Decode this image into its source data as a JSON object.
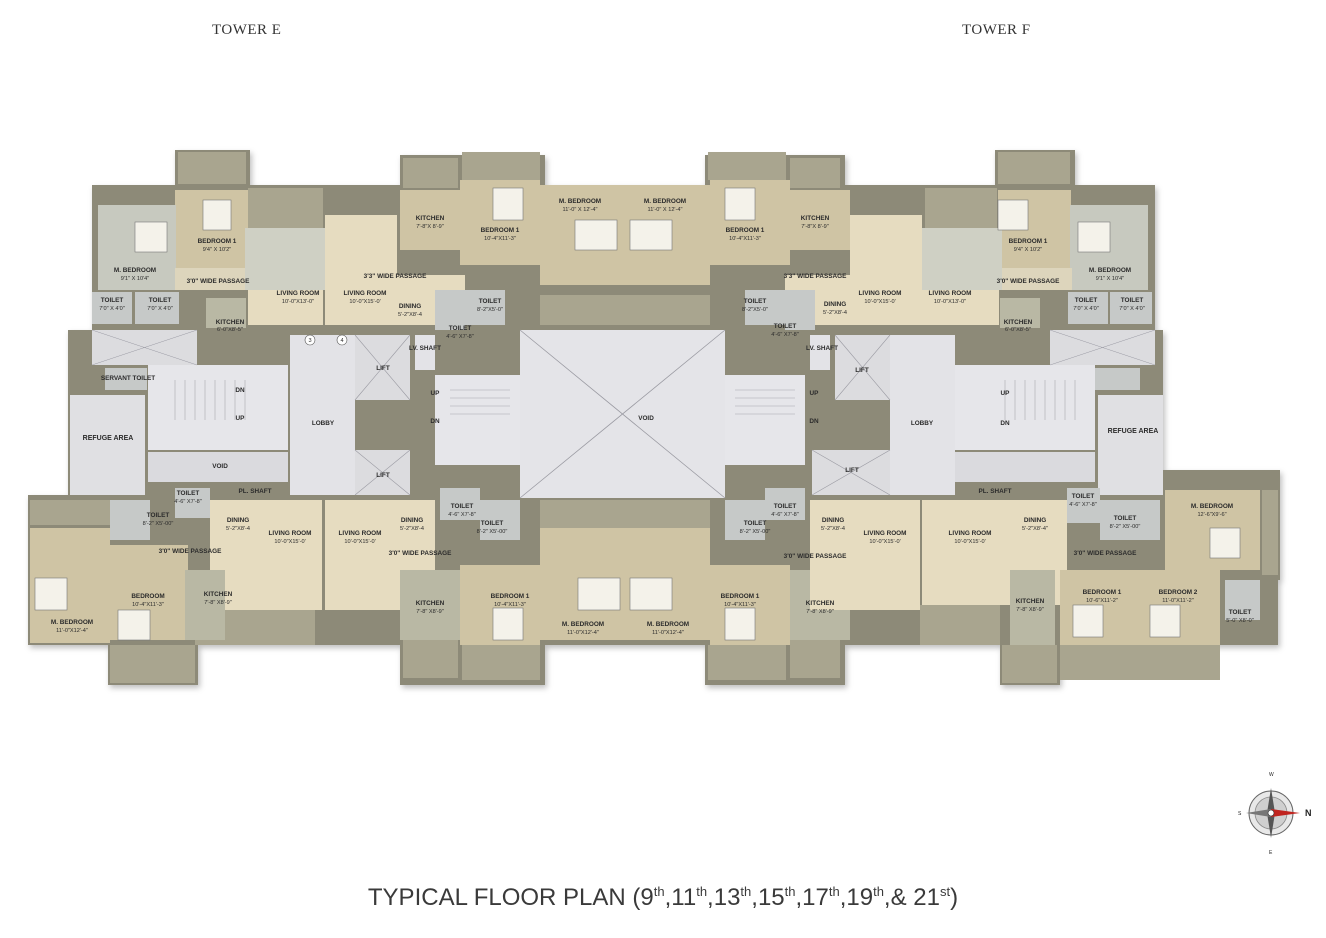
{
  "towers": {
    "left": "TOWER E",
    "right": "TOWER F"
  },
  "caption": {
    "prefix": "TYPICAL FLOOR PLAN (",
    "floors": [
      {
        "num": "9",
        "suf": "th"
      },
      {
        "num": "11",
        "suf": "th"
      },
      {
        "num": "13",
        "suf": "th"
      },
      {
        "num": "15",
        "suf": "th"
      },
      {
        "num": "17",
        "suf": "th"
      },
      {
        "num": "19",
        "suf": "th"
      },
      {
        "num": "21",
        "suf": "st"
      }
    ],
    "and": "& ",
    "suffix": ")"
  },
  "compass": {
    "n": "N",
    "s": "S",
    "e": "E",
    "w": "W"
  },
  "colors": {
    "wall": "#8d8a78",
    "balcony": "#a9a58f",
    "living": "#e6dcc0",
    "bedroom": "#cfc4a4",
    "core": "#d8d8dc",
    "void": "#e4e4e8",
    "toilet": "#c6c9c8",
    "kitchen": "#b9b8a4"
  },
  "rooms": [
    {
      "id": "e-t1-bed1",
      "label": "BEDROOM 1",
      "dim": "9'4\" X 10'2\""
    },
    {
      "id": "e-t1-mbed",
      "label": "M. BEDROOM",
      "dim": "9'1\" X 10'4\""
    },
    {
      "id": "e-t1-pass",
      "label": "3'0\" WIDE PASSAGE",
      "dim": ""
    },
    {
      "id": "e-t1-liv",
      "label": "LIVING ROOM",
      "dim": "10'-0\"X13'-0\""
    },
    {
      "id": "e-t1-toi1",
      "label": "TOILET",
      "dim": "7'0\" X 4'0\""
    },
    {
      "id": "e-t1-toi2",
      "label": "TOILET",
      "dim": "7'0\" X 4'0\""
    },
    {
      "id": "e-t1-kit",
      "label": "KITCHEN",
      "dim": "6'-0\"X8'-5\""
    },
    {
      "id": "e-t2-kit",
      "label": "KITCHEN",
      "dim": "7'-8\"X 8'-9\""
    },
    {
      "id": "e-t2-pass",
      "label": "3'3\" WIDE PASSAGE",
      "dim": ""
    },
    {
      "id": "e-t2-liv",
      "label": "LIVING ROOM",
      "dim": "10'-0\"X15'-0'"
    },
    {
      "id": "e-t2-din",
      "label": "DINING",
      "dim": "5'-2\"X8'-4"
    },
    {
      "id": "e-t2-bed1",
      "label": "BEDROOM 1",
      "dim": "10'-4\"X11'-3\""
    },
    {
      "id": "e-t2-toi",
      "label": "TOILET",
      "dim": "8'-2\"X5'-0\""
    },
    {
      "id": "e-t2-toi2",
      "label": "TOILET",
      "dim": "4'-6\" X7'-8\""
    },
    {
      "id": "e-t2-mbed",
      "label": "M. BEDROOM",
      "dim": "11'-0\" X 12'-4\""
    },
    {
      "id": "f-t2-mbed",
      "label": "M. BEDROOM",
      "dim": "11'-0\" X 12'-4\""
    },
    {
      "id": "f-t2-bed1",
      "label": "BEDROOM 1",
      "dim": "10'-4\"X11'-3\""
    },
    {
      "id": "f-t2-kit",
      "label": "KITCHEN",
      "dim": "7'-8\"X 8'-9\""
    },
    {
      "id": "f-t2-pass",
      "label": "3'3\" WIDE PASSAGE",
      "dim": ""
    },
    {
      "id": "f-t2-toi",
      "label": "TOILET",
      "dim": "8'-2\"X5'-0\""
    },
    {
      "id": "f-t2-toi2",
      "label": "TOILET",
      "dim": "4'-6\" X7'-8\""
    },
    {
      "id": "f-t2-din",
      "label": "DINING",
      "dim": "5'-2\"X8'-4"
    },
    {
      "id": "f-t2-liv",
      "label": "LIVING ROOM",
      "dim": "10'-0\"X15'-0'"
    },
    {
      "id": "f-t1-bed1",
      "label": "BEDROOM 1",
      "dim": "9'4\" X 10'2\""
    },
    {
      "id": "f-t1-mbed",
      "label": "M. BEDROOM",
      "dim": "9'1\" X 10'4\""
    },
    {
      "id": "f-t1-pass",
      "label": "3'0\" WIDE PASSAGE",
      "dim": ""
    },
    {
      "id": "f-t1-liv",
      "label": "LIVING ROOM",
      "dim": "10'-0\"X13'-0\""
    },
    {
      "id": "f-t1-toi1",
      "label": "TOILET",
      "dim": "7'0\" X 4'0\""
    },
    {
      "id": "f-t1-toi2",
      "label": "TOILET",
      "dim": "7'0\" X 4'0\""
    },
    {
      "id": "f-t1-kit",
      "label": "KITCHEN",
      "dim": "6'-0\"X8'-5\""
    },
    {
      "id": "core-servant",
      "label": "SERVANT TOILET",
      "dim": ""
    },
    {
      "id": "core-refuge-e",
      "label": "REFUGE AREA",
      "dim": ""
    },
    {
      "id": "core-refuge-f",
      "label": "REFUGE AREA",
      "dim": ""
    },
    {
      "id": "core-void-e",
      "label": "VOID",
      "dim": ""
    },
    {
      "id": "core-void",
      "label": "VOID",
      "dim": ""
    },
    {
      "id": "core-lobby-e",
      "label": "LOBBY",
      "dim": ""
    },
    {
      "id": "core-lobby-f",
      "label": "LOBBY",
      "dim": ""
    },
    {
      "id": "core-lift1",
      "label": "LIFT",
      "dim": ""
    },
    {
      "id": "core-lift2",
      "label": "LIFT",
      "dim": ""
    },
    {
      "id": "core-lift3",
      "label": "LIFT",
      "dim": ""
    },
    {
      "id": "core-lift4",
      "label": "LIFT",
      "dim": ""
    },
    {
      "id": "core-lvshaft-e",
      "label": "LV. SHAFT",
      "dim": ""
    },
    {
      "id": "core-lvshaft-f",
      "label": "LV. SHAFT",
      "dim": ""
    },
    {
      "id": "core-plshaft-e",
      "label": "PL. SHAFT",
      "dim": ""
    },
    {
      "id": "core-plshaft-f",
      "label": "PL. SHAFT",
      "dim": ""
    },
    {
      "id": "e-b1-toi",
      "label": "TOILET",
      "dim": "4'-6\" X7'-8\""
    },
    {
      "id": "e-b1-toi2",
      "label": "TOILET",
      "dim": "8'-2\" X5'-00\""
    },
    {
      "id": "e-b1-din",
      "label": "DINING",
      "dim": "5'-2\"X8'-4"
    },
    {
      "id": "e-b1-liv",
      "label": "LIVING ROOM",
      "dim": "10'-0\"X15'-0'"
    },
    {
      "id": "e-b1-pass",
      "label": "3'0\" WIDE PASSAGE",
      "dim": ""
    },
    {
      "id": "e-b1-bed1",
      "label": "BEDROOM",
      "dim": "10'-4\"X11'-3\""
    },
    {
      "id": "e-b1-kit",
      "label": "KITCHEN",
      "dim": "7'-8\" X8'-9\""
    },
    {
      "id": "e-b1-mbed",
      "label": "M. BEDROOM",
      "dim": "11'-0\"X12'-4\""
    },
    {
      "id": "e-b2-liv",
      "label": "LIVING ROOM",
      "dim": "10'-0\"X15'-0'"
    },
    {
      "id": "e-b2-din",
      "label": "DINING",
      "dim": "5'-2\"X8'-4"
    },
    {
      "id": "e-b2-toi",
      "label": "TOILET",
      "dim": "4'-6\" X7'-8\""
    },
    {
      "id": "e-b2-toi2",
      "label": "TOILET",
      "dim": "8'-2\" X5'-00\""
    },
    {
      "id": "e-b2-pass",
      "label": "3'0\" WIDE PASSAGE",
      "dim": ""
    },
    {
      "id": "e-b2-kit",
      "label": "KITCHEN",
      "dim": "7'-8\" X8'-9\""
    },
    {
      "id": "e-b2-bed1",
      "label": "BEDROOM 1",
      "dim": "10'-4\"X11'-3\""
    },
    {
      "id": "e-b2-mbed",
      "label": "M. BEDROOM",
      "dim": "11'-0\"X12'-4\""
    },
    {
      "id": "f-b2-mbed",
      "label": "M. BEDROOM",
      "dim": "11'-0\"X12'-4\""
    },
    {
      "id": "f-b2-bed1",
      "label": "BEDROOM 1",
      "dim": "10'-4\"X11'-3\""
    },
    {
      "id": "f-b2-toi",
      "label": "TOILET",
      "dim": "4'-6\" X7'-8\""
    },
    {
      "id": "f-b2-toi2",
      "label": "TOILET",
      "dim": "8'-2\" X5'-00\""
    },
    {
      "id": "f-b2-din",
      "label": "DINING",
      "dim": "5'-2\"X8'-4"
    },
    {
      "id": "f-b2-liv",
      "label": "LIVING ROOM",
      "dim": "10'-0\"X15'-0'"
    },
    {
      "id": "f-b2-pass",
      "label": "3'0\" WIDE PASSAGE",
      "dim": ""
    },
    {
      "id": "f-b2-kit",
      "label": "KITCHEN",
      "dim": "7'-8\" X8'-9\""
    },
    {
      "id": "f-b1-liv",
      "label": "LIVING ROOM",
      "dim": "10'-0\"X15'-0'"
    },
    {
      "id": "f-b1-din",
      "label": "DINING",
      "dim": "5'-2\"X8'-4\""
    },
    {
      "id": "f-b1-toi",
      "label": "TOILET",
      "dim": "4'-6\" X7'-8\""
    },
    {
      "id": "f-b1-toi2",
      "label": "TOILET",
      "dim": "8'-2\" X5'-00\""
    },
    {
      "id": "f-b1-pass",
      "label": "3'0\" WIDE PASSAGE",
      "dim": ""
    },
    {
      "id": "f-b1-mbed",
      "label": "M. BEDROOM",
      "dim": "12'-6\"X9'-6\""
    },
    {
      "id": "f-b1-kit",
      "label": "KITCHEN",
      "dim": "7'-8\" X8'-9\""
    },
    {
      "id": "f-b1-bed1",
      "label": "BEDROOM 1",
      "dim": "10'-6\"X11'-2\""
    },
    {
      "id": "f-b1-bed2",
      "label": "BEDROOM 2",
      "dim": "11'-0\"X11'-2\""
    },
    {
      "id": "f-b1-toi3",
      "label": "TOILET",
      "dim": "5'-0\" X8'-0\""
    }
  ],
  "marks": {
    "up": "UP",
    "dn": "DN",
    "circle3": "3",
    "circle4": "4"
  }
}
